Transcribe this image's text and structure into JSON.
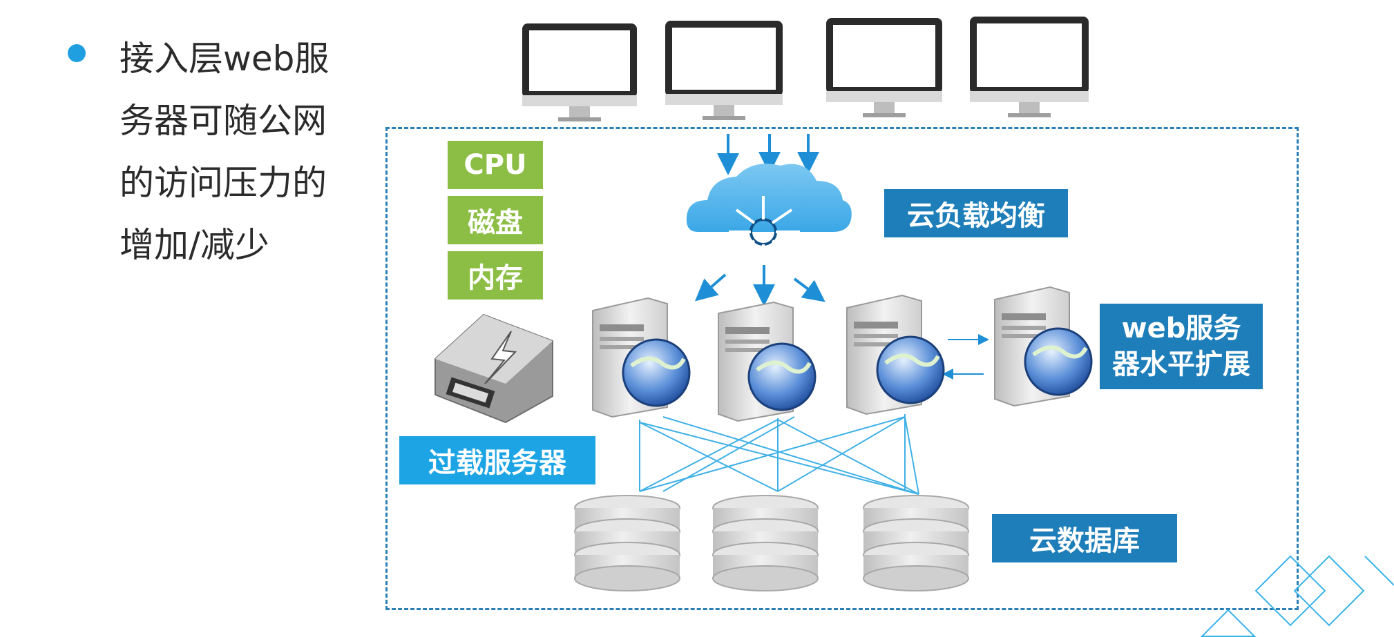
{
  "bullet": {
    "lines": [
      "接入层web服",
      "务器可随公网",
      "的访问压力的",
      "增加/减少"
    ]
  },
  "labels": {
    "cpu": "CPU",
    "disk": "磁盘",
    "memory": "内存",
    "load_balancer": "云负载均衡",
    "web_scaling_line1": "web服务",
    "web_scaling_line2": "器水平扩展",
    "overloaded_server": "过载服务器",
    "cloud_database": "云数据库"
  },
  "colors": {
    "resource_green": "#8cbe45",
    "label_dark_blue": "#1e7eb9",
    "label_light_blue": "#1da4e4",
    "arrow_blue": "#1e8fd6",
    "frame_border": "#2a7fb5",
    "bullet": "#1f9fe0"
  },
  "icons": [
    "monitor-icon",
    "cloud-icon",
    "server-globe-icon",
    "overload-power-icon",
    "database-icon"
  ]
}
